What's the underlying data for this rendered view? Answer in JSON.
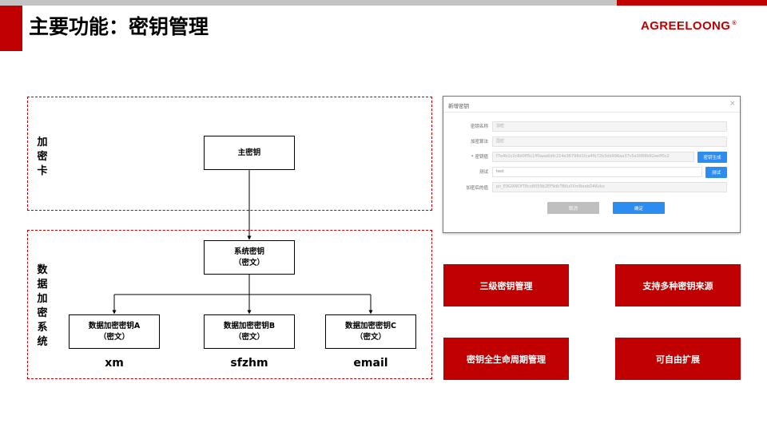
{
  "header": {
    "title": "主要功能：密钥管理",
    "brand": "AGREELOONG",
    "brand_mark": "®"
  },
  "diagram": {
    "card_region_label": "加密卡",
    "data_region_label": "数据加密系统",
    "master_key": {
      "line1": "主密钥"
    },
    "system_key": {
      "line1": "系统密钥",
      "line2": "（密文）"
    },
    "data_keys": [
      {
        "line1": "数据加密密钥A",
        "line2": "（密文）",
        "field": "xm"
      },
      {
        "line1": "数据加密密钥B",
        "line2": "（密文）",
        "field": "sfzhm"
      },
      {
        "line1": "数据加密密钥C",
        "line2": "（密文）",
        "field": "email"
      }
    ]
  },
  "dialog": {
    "title": "新增密钥",
    "close_glyph": "×",
    "fields": [
      {
        "label": "密钥名称",
        "value": "加密",
        "required": false
      },
      {
        "label": "加密算法",
        "value": "国密",
        "required": false
      },
      {
        "label": "密钥值",
        "value": "f7e4b1c2c8d0ff5c1ff0aaa6dfc214e36798d1fca4fb72b3db996aa37c5a3088b82aeff0c2",
        "required": true,
        "required_mark": "*"
      },
      {
        "label": "测试",
        "value": "test",
        "required": false
      },
      {
        "label": "加密后的值",
        "value": "pn_E9G9WDfT8co8059b2EF9dk7B6u0XmNeabD4Kvkx",
        "required": false
      }
    ],
    "generate_button": "密钥生成",
    "test_button": "测试",
    "cancel_button": "取消",
    "confirm_button": "确定"
  },
  "features": [
    "三级密钥管理",
    "支持多种密钥来源",
    "密钥全生命周期管理",
    "可自由扩展"
  ],
  "colors": {
    "accent": "#c00000",
    "header_gray": "#c4c4c4",
    "dialog_primary": "#2d8cf0",
    "dialog_secondary": "#bfbfbf"
  }
}
